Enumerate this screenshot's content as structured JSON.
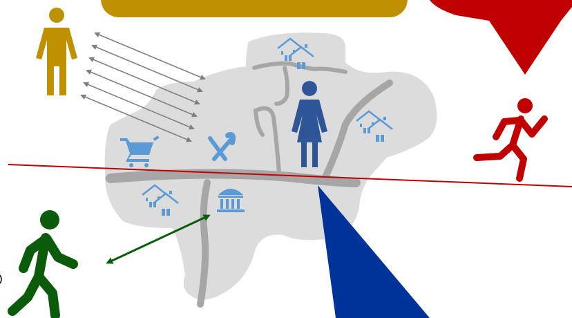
{
  "scene": {
    "description_free": true,
    "colors": {
      "background": "#ffffff",
      "area_fill": "#dcdcdc",
      "road": "#a6a6a6",
      "icon_blue": "#5b9bd5",
      "woman_blue": "#2e5597",
      "gold": "#bf9000",
      "red": "#c00000",
      "navy": "#003399",
      "green": "#0a5c0a",
      "arrow_grey": "#7f7f7f"
    },
    "icons": [
      "house-group-icon",
      "shopping-cart-icon",
      "fork-knife-icon",
      "government-building-icon",
      "woman-icon",
      "standing-man-icon",
      "running-man-icon",
      "walking-man-icon"
    ],
    "shapes": [
      "gold-rounded-banner",
      "red-down-triangle",
      "navy-wedge",
      "red-horizon-line",
      "grey-double-arrows",
      "green-double-arrow"
    ]
  }
}
